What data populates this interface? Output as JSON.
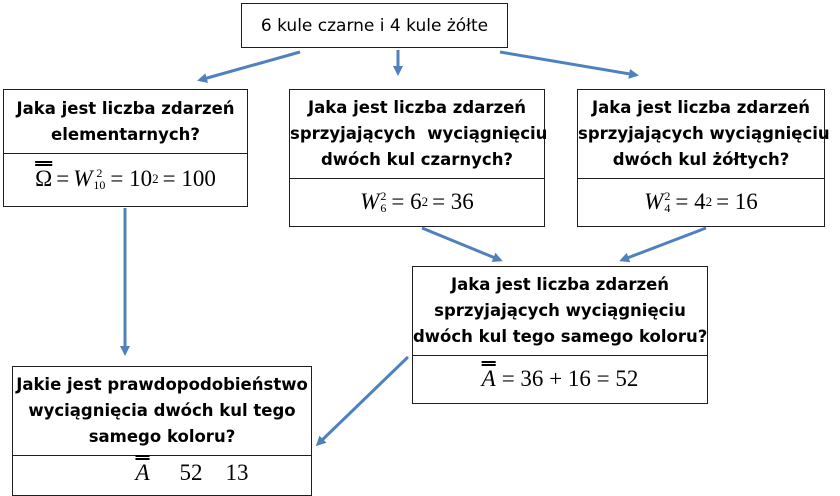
{
  "top": {
    "text": "6 kule czarne i 4 kule żółte"
  },
  "box_omega": {
    "question": [
      "Jaka jest liczba zdarzeń",
      "elementarnych?"
    ],
    "formula": {
      "lhs": "Ω",
      "base": "W",
      "sup": "2",
      "sub": "10",
      "rest": "= 10",
      "rest_sup": "2",
      "tail": "= 100"
    }
  },
  "box_black": {
    "question": [
      "Jaka jest liczba zdarzeń",
      "sprzyjających  wyciągnięciu",
      "dwóch kul czarnych?"
    ],
    "formula": {
      "base": "W",
      "sup": "2",
      "sub": "6",
      "rest": "= 6",
      "rest_sup": "2",
      "tail": "= 36"
    }
  },
  "box_yellow": {
    "question": [
      "Jaka jest liczba zdarzeń",
      "sprzyjających wyciągnięciu",
      "dwóch kul żółtych?"
    ],
    "formula": {
      "base": "W",
      "sup": "2",
      "sub": "4",
      "rest": "= 4",
      "rest_sup": "2",
      "tail": "= 16"
    }
  },
  "box_same": {
    "question": [
      "Jaka jest liczba zdarzeń",
      "sprzyjających wyciągnięciu",
      "dwóch kul tego samego koloru?"
    ],
    "formula": {
      "lhs": "A",
      "tail": "= 36 + 16 = 52"
    }
  },
  "box_prob": {
    "question": [
      "Jakie jest prawdopodobieństwo",
      "wyciągnięcia dwóch kul tego",
      "samego koloru?"
    ],
    "formula": {
      "lhs": "A",
      "tail": "52    13"
    }
  },
  "colors": {
    "arrow": "#4f81bd",
    "border": "#1f1f1f"
  }
}
